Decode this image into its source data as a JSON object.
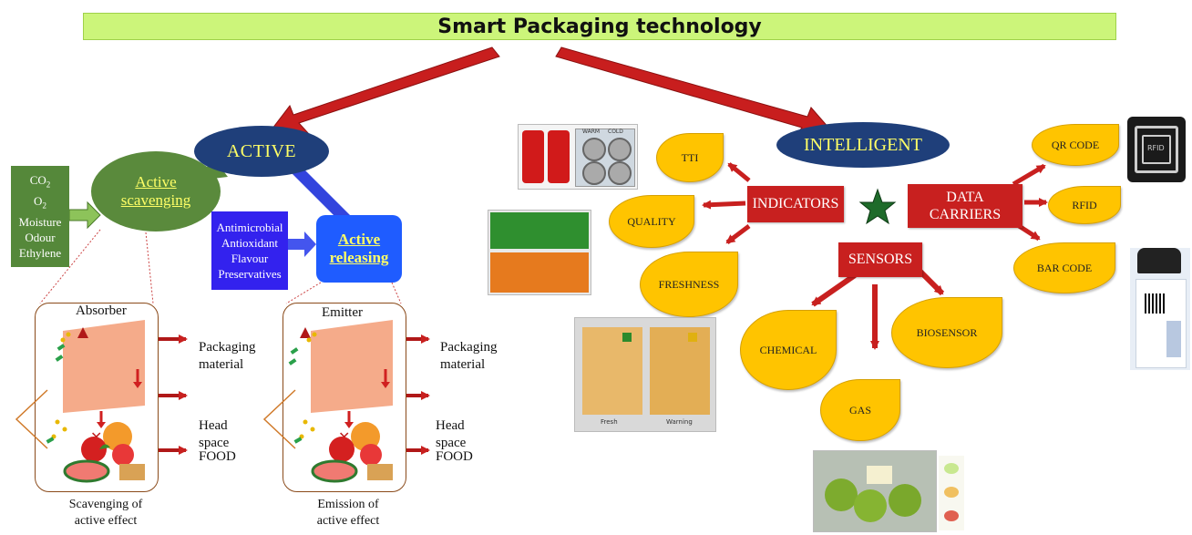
{
  "title": "Smart Packaging technology",
  "active": {
    "label": "ACTIVE",
    "scavenging": {
      "inputs": [
        "CO2",
        "O2",
        "Moisture",
        "Odour",
        "Ethylene"
      ],
      "label_line1": "Active",
      "label_line2": "scavenging",
      "panel_title": "Absorber",
      "caption_line1": "Scavenging of",
      "caption_line2": "active effect"
    },
    "releasing": {
      "inputs": [
        "Antimicrobial",
        "Antioxidant",
        "Flavour",
        "Preservatives"
      ],
      "label_line1": "Active",
      "label_line2": "releasing",
      "panel_title": "Emitter",
      "caption_line1": "Emission of",
      "caption_line2": "active effect"
    },
    "layers": {
      "packaging_line1": "Packaging",
      "packaging_line2": "material",
      "head_line1": "Head",
      "head_line2": "space",
      "food": "FOOD"
    }
  },
  "intelligent": {
    "label": "INTELLIGENT",
    "indicators": {
      "label": "INDICATORS",
      "items": [
        "TTI",
        "QUALITY",
        "FRESHNESS"
      ]
    },
    "sensors": {
      "label": "SENSORS",
      "items": [
        "CHEMICAL",
        "GAS",
        "BIOSENSOR"
      ]
    },
    "data_carriers": {
      "label_line1": "DATA",
      "label_line2": "CARRIERS",
      "items": [
        "QR CODE",
        "RFID",
        "BAR CODE"
      ]
    },
    "photo_text": {
      "rfid_tag": "RFID",
      "warm": "WARM",
      "cold": "COLD",
      "fresh": "Fresh",
      "warning": "Warning"
    }
  },
  "colors": {
    "title_bar": "#ccf57a",
    "ellipse_navy": "#1f3f7a",
    "highlight_text": "#ffff66",
    "scavenging_green": "#5a8a3c",
    "releasing_blue": "#1f5cff",
    "red_box": "#c8201f",
    "drop_yellow": "#ffc400",
    "arrow_red": "#c8201f",
    "star_green": "#1e6b2a"
  }
}
